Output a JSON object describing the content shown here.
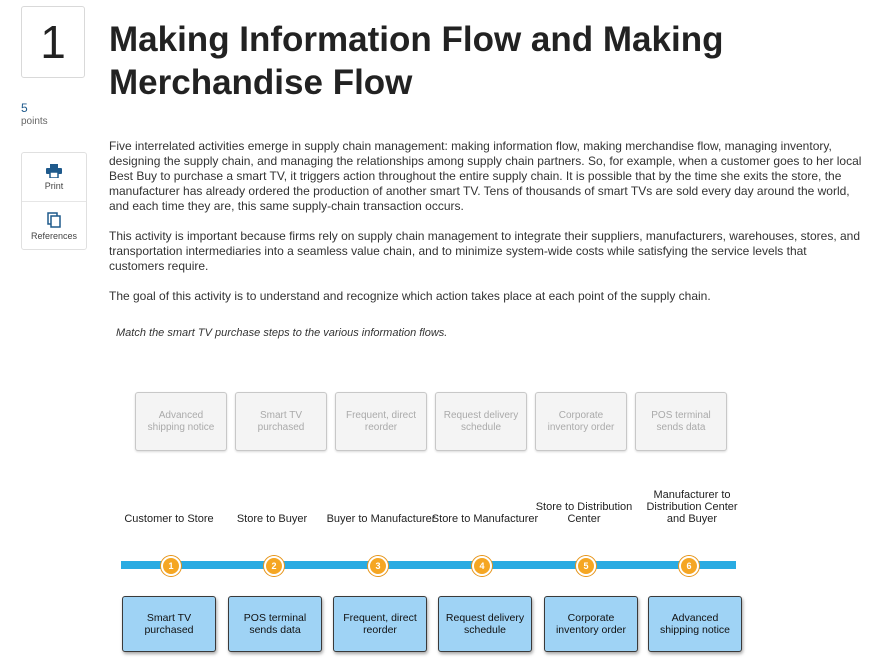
{
  "question": {
    "number": "1",
    "points_value": "5",
    "points_label": "points"
  },
  "tools": {
    "print_label": "Print",
    "references_label": "References"
  },
  "title": "Making Information Flow and Making Merchandise Flow",
  "paragraphs": [
    "Five interrelated activities emerge in supply chain management: making information flow, making merchandise flow, managing inventory, designing the supply chain, and managing the relationships among supply chain partners. So, for example, when a customer goes to her local Best Buy to purchase a smart TV, it triggers action throughout the entire supply chain. It is possible that by the time she exits the store, the manufacturer has already ordered the production of another smart TV. Tens of thousands of smart TVs are sold every day around the world, and each time they are, this same supply-chain transaction occurs.",
    "This activity is important because firms rely on supply chain management to integrate their suppliers, manufacturers, warehouses, stores, and transportation intermediaries into a seamless value chain, and to minimize system-wide costs while satisfying the service levels that customers require.",
    "The goal of this activity is to understand and recognize which action takes place at each point of the supply chain."
  ],
  "instruction": "Match the smart TV purchase steps to the various information flows.",
  "source_cards": [
    "Advanced shipping notice",
    "Smart TV purchased",
    "Frequent, direct reorder",
    "Request delivery schedule",
    "Corporate inventory order",
    "POS terminal sends data"
  ],
  "stages": [
    "Customer to Store",
    "Store to Buyer",
    "Buyer to Manufacturer",
    "Store to Manufacturer",
    "Store to Distribution Center",
    "Manufacturer to Distribution Center and Buyer"
  ],
  "steps": [
    "1",
    "2",
    "3",
    "4",
    "5",
    "6"
  ],
  "target_cards": [
    "Smart TV purchased",
    "POS terminal sends data",
    "Frequent, direct reorder",
    "Request delivery schedule",
    "Corporate inventory order",
    "Advanced shipping notice"
  ],
  "colors": {
    "timeline": "#29abe2",
    "step_dot": "#f5a623",
    "target_card": "#9fd3f5",
    "source_card": "#f4f4f4"
  }
}
